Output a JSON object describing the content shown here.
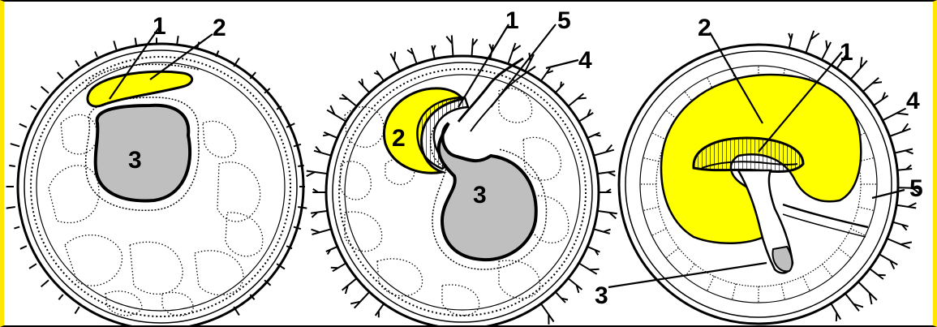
{
  "colors": {
    "yolk": "#ffff00",
    "cavity": "#bfbfbf",
    "line": "#000000",
    "frame_side": "#ffe600"
  },
  "stages": [
    {
      "labels": {
        "l1": "1",
        "l2": "2",
        "l3": "3"
      }
    },
    {
      "labels": {
        "l1": "1",
        "l5": "5",
        "l4": "4",
        "l2": "2",
        "l3": "3"
      }
    },
    {
      "labels": {
        "l2": "2",
        "l1": "1",
        "l4": "4",
        "l5": "5",
        "l3": "3"
      }
    }
  ]
}
